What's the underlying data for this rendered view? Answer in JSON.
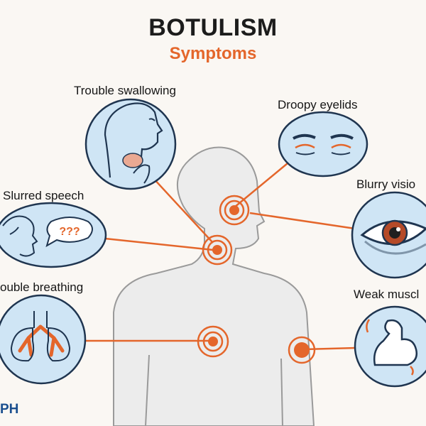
{
  "header": {
    "title": "BOTULISM",
    "subtitle": "Symptoms"
  },
  "symptoms": [
    {
      "label": "Trouble swallowing",
      "icon": "throat-icon"
    },
    {
      "label": "Droopy eyelids",
      "icon": "droopy-eyes-icon"
    },
    {
      "label": "Slurred speech",
      "icon": "speech-icon",
      "bubble_text": "???"
    },
    {
      "label": "Blurry visio",
      "icon": "blurry-eye-icon"
    },
    {
      "label": "ouble breathing",
      "icon": "lungs-icon"
    },
    {
      "label": "Weak muscl",
      "icon": "weak-arm-icon"
    }
  ],
  "footer": {
    "brand": "PH"
  },
  "colors": {
    "accent": "#e4662b",
    "circle_fill": "#cfe5f5",
    "outline": "#1f3550",
    "body": "#ececec"
  }
}
